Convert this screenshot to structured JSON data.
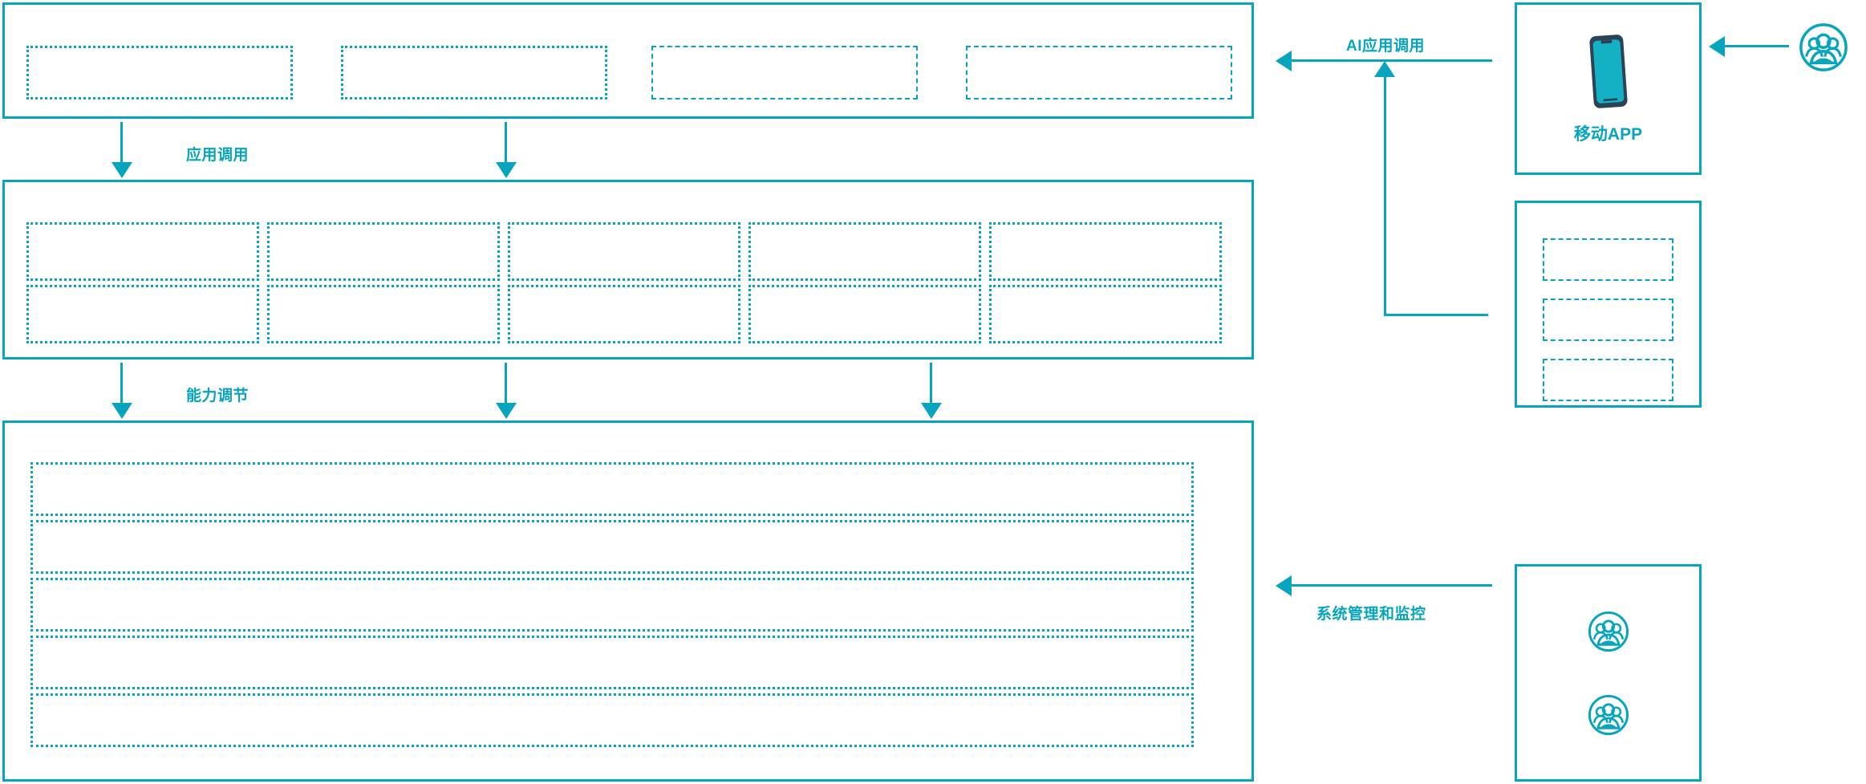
{
  "theme": {
    "accent": "#06a5bd",
    "accent_dark": "#2b4257",
    "background": "#ffffff"
  },
  "diagram": {
    "title": "",
    "layers": [
      {
        "id": "application-layer",
        "name": "application-layer",
        "boxes": [
          {
            "label": ""
          },
          {
            "label": ""
          },
          {
            "label": ""
          },
          {
            "label": ""
          }
        ]
      },
      {
        "id": "capability-layer",
        "name": "capability-layer",
        "columns": 5,
        "rows": 2,
        "boxes": [
          {
            "label": ""
          },
          {
            "label": ""
          },
          {
            "label": ""
          },
          {
            "label": ""
          },
          {
            "label": ""
          },
          {
            "label": ""
          },
          {
            "label": ""
          },
          {
            "label": ""
          },
          {
            "label": ""
          },
          {
            "label": ""
          }
        ]
      },
      {
        "id": "platform-layer",
        "name": "platform-layer",
        "rows": [
          {
            "label": ""
          },
          {
            "label": ""
          },
          {
            "label": ""
          },
          {
            "label": ""
          },
          {
            "label": ""
          }
        ]
      }
    ],
    "connectors": [
      {
        "id": "app-call",
        "label": "应用调用",
        "direction": "down",
        "arrows": 2
      },
      {
        "id": "capability-adjust",
        "label": "能力调节",
        "direction": "down",
        "arrows": 3
      },
      {
        "id": "ai-app-call",
        "label": "AI应用调用",
        "direction": "left",
        "arrows": 1
      },
      {
        "id": "system-admin-monitor",
        "label": "系统管理和监控",
        "direction": "left",
        "arrows": 1
      }
    ],
    "right_panels": [
      {
        "id": "mobile-app",
        "caption": "移动APP",
        "icon": "smartphone-icon",
        "items": []
      },
      {
        "id": "channel-panel",
        "caption": "",
        "icon": "",
        "items": [
          {
            "label": ""
          },
          {
            "label": ""
          },
          {
            "label": ""
          }
        ]
      },
      {
        "id": "users-panel",
        "caption": "",
        "icon": "users-group-icon",
        "items": [
          {
            "label": "",
            "icon": "users-group-icon"
          },
          {
            "label": "",
            "icon": "users-group-icon"
          }
        ]
      }
    ],
    "actors": [
      {
        "id": "external-user",
        "icon": "users-group-icon",
        "label": ""
      }
    ]
  }
}
